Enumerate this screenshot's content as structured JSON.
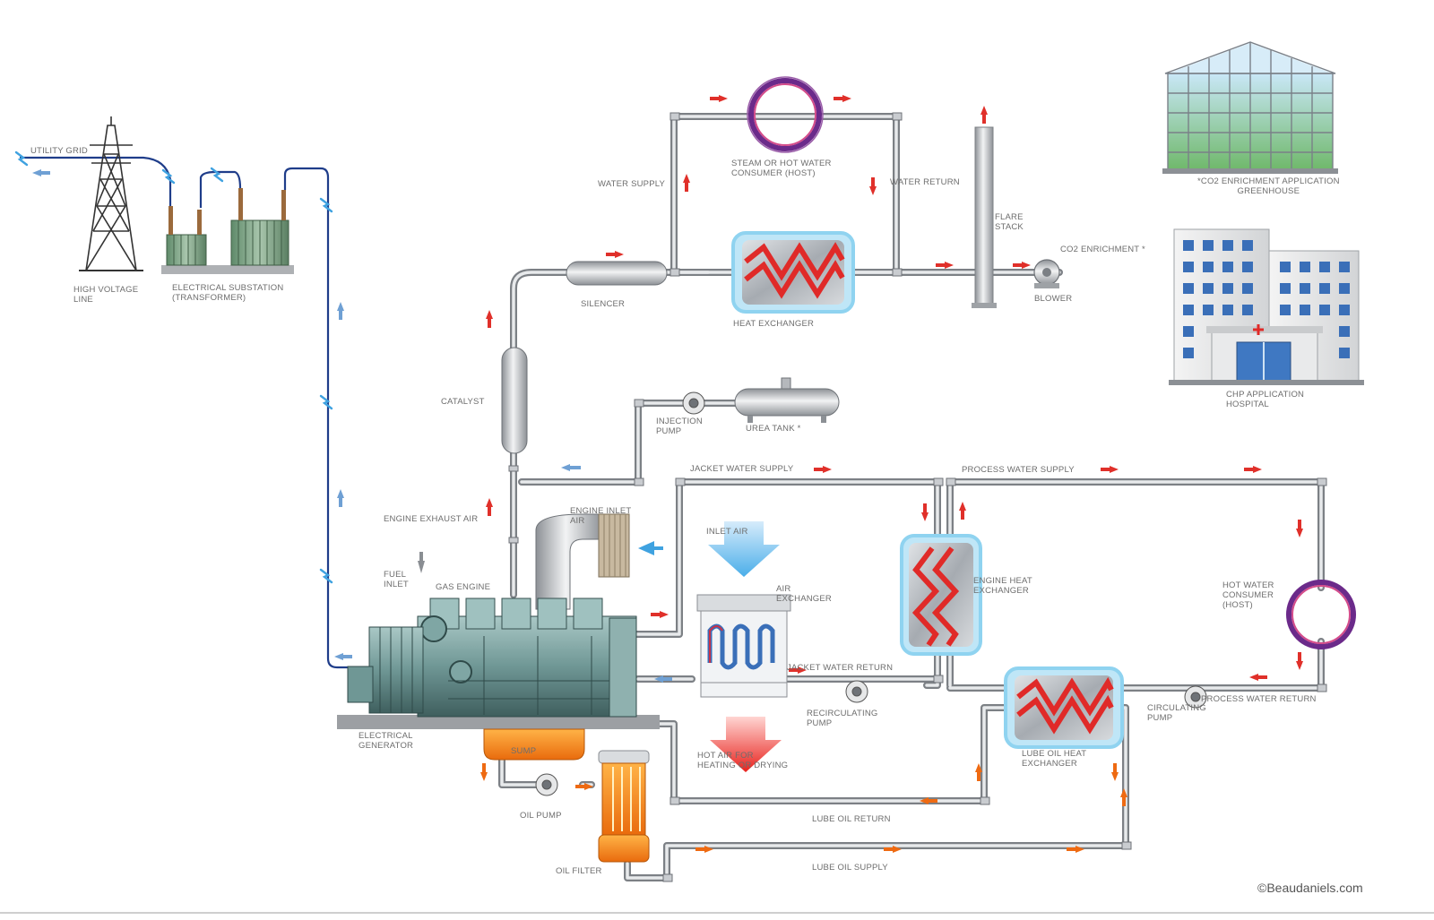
{
  "labels": {
    "utility_grid": "UTILITY GRID",
    "high_voltage_line": [
      "HIGH VOLTAGE",
      "LINE"
    ],
    "electrical_substation": [
      "ELECTRICAL SUBSTATION",
      "(TRANSFORMER)"
    ],
    "steam_consumer": [
      "STEAM OR HOT WATER",
      "CONSUMER (HOST)"
    ],
    "water_supply": "WATER SUPPLY",
    "water_return": "WATER RETURN",
    "flare_stack": [
      "FLARE",
      "STACK"
    ],
    "co2_enrichment": "CO2 ENRICHMENT *",
    "blower": "BLOWER",
    "silencer": "SILENCER",
    "heat_exchanger": "HEAT EXCHANGER",
    "greenhouse": [
      "*CO2 ENRICHMENT APPLICATION",
      "GREENHOUSE"
    ],
    "hospital": [
      "CHP APPLICATION",
      "HOSPITAL"
    ],
    "catalyst": "CATALYST",
    "injection_pump": [
      "INJECTION",
      "PUMP"
    ],
    "urea_tank": "UREA TANK *",
    "jacket_water_supply": "JACKET WATER SUPPLY",
    "process_water_supply": "PROCESS WATER SUPPLY",
    "engine_exhaust_air": "ENGINE EXHAUST AIR",
    "engine_inlet_air": [
      "ENGINE INLET",
      "AIR"
    ],
    "inlet_air": "INLET AIR",
    "air_exchanger": [
      "AIR",
      "EXCHANGER"
    ],
    "engine_heat_exchanger": [
      "ENGINE HEAT",
      "EXCHANGER"
    ],
    "hot_water_consumer": [
      "HOT WATER",
      "CONSUMER",
      "(HOST)"
    ],
    "fuel_inlet": [
      "FUEL",
      "INLET"
    ],
    "gas_engine": "GAS ENGINE",
    "jacket_water_return": "JACKET WATER RETURN",
    "recirculating_pump": [
      "RECIRCULATING",
      "PUMP"
    ],
    "lube_oil_heat_exchanger": [
      "LUBE OIL HEAT",
      "EXCHANGER"
    ],
    "circulating_pump": [
      "CIRCULATING",
      "PUMP"
    ],
    "process_water_return": "PROCESS WATER RETURN",
    "electrical_generator": [
      "ELECTRICAL",
      "GENERATOR"
    ],
    "sump": "SUMP",
    "hot_air": [
      "HOT AIR FOR",
      "HEATING OR DRYING"
    ],
    "oil_pump": "OIL PUMP",
    "lube_oil_return": "LUBE OIL RETURN",
    "oil_filter": "OIL FILTER",
    "lube_oil_supply": "LUBE OIL SUPPLY"
  },
  "credit": "©Beaudaniels.com",
  "colors": {
    "pipe": "#b9bcc0",
    "pipe_edge": "#7c8085",
    "hot_arrow": "#e0302a",
    "cold_arrow": "#5b8fc9",
    "oil_arrow": "#ee6a12",
    "power_line": "#1f3d8a",
    "spark": "#3fa2e0",
    "engine": "#7fa6a4",
    "oil": "#f08a1c",
    "hx_frame": "#8fd3f0",
    "coil": "#e02a28"
  },
  "icons": [
    "transmission-tower-icon",
    "transformer-icon",
    "greenhouse-icon",
    "hospital-icon",
    "heat-exchanger-icon",
    "pump-icon",
    "blower-icon",
    "tank-icon",
    "engine-icon",
    "generator-icon",
    "oil-filter-icon",
    "consumer-ring-icon",
    "silencer-icon",
    "catalyst-icon",
    "flare-stack-icon",
    "spark-icon",
    "flow-arrow-icon"
  ]
}
